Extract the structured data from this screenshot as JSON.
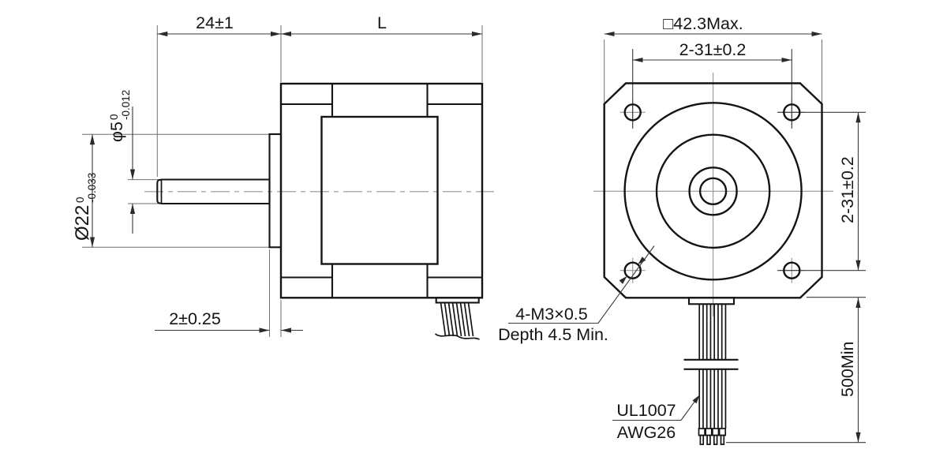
{
  "drawing": {
    "side_view": {
      "dim_shaft_length": "24±1",
      "dim_body_length": "L",
      "dim_shaft_dia": {
        "main": "φ5",
        "tol_upper": "0",
        "tol_lower": "-0.012"
      },
      "dim_boss_dia": {
        "main": "Ø22",
        "tol_upper": "0",
        "tol_lower": "-0.033"
      },
      "dim_boss_height": "2±0.25"
    },
    "front_view": {
      "dim_body_width": "□42.3Max.",
      "dim_hole_spacing_h": "2-31±0.2",
      "dim_hole_spacing_v": "2-31±0.2",
      "dim_lead_length": "500Min",
      "note_mounting_hole_line1": "4-M3×0.5",
      "note_mounting_hole_line2": "Depth 4.5 Min.",
      "note_lead_wire_line1": "UL1007",
      "note_lead_wire_line2": "AWG26"
    },
    "colors": {
      "object_line": "#141414",
      "dimension_line": "#3a3a3a",
      "centerline": "#949494",
      "background": "#ffffff"
    }
  }
}
